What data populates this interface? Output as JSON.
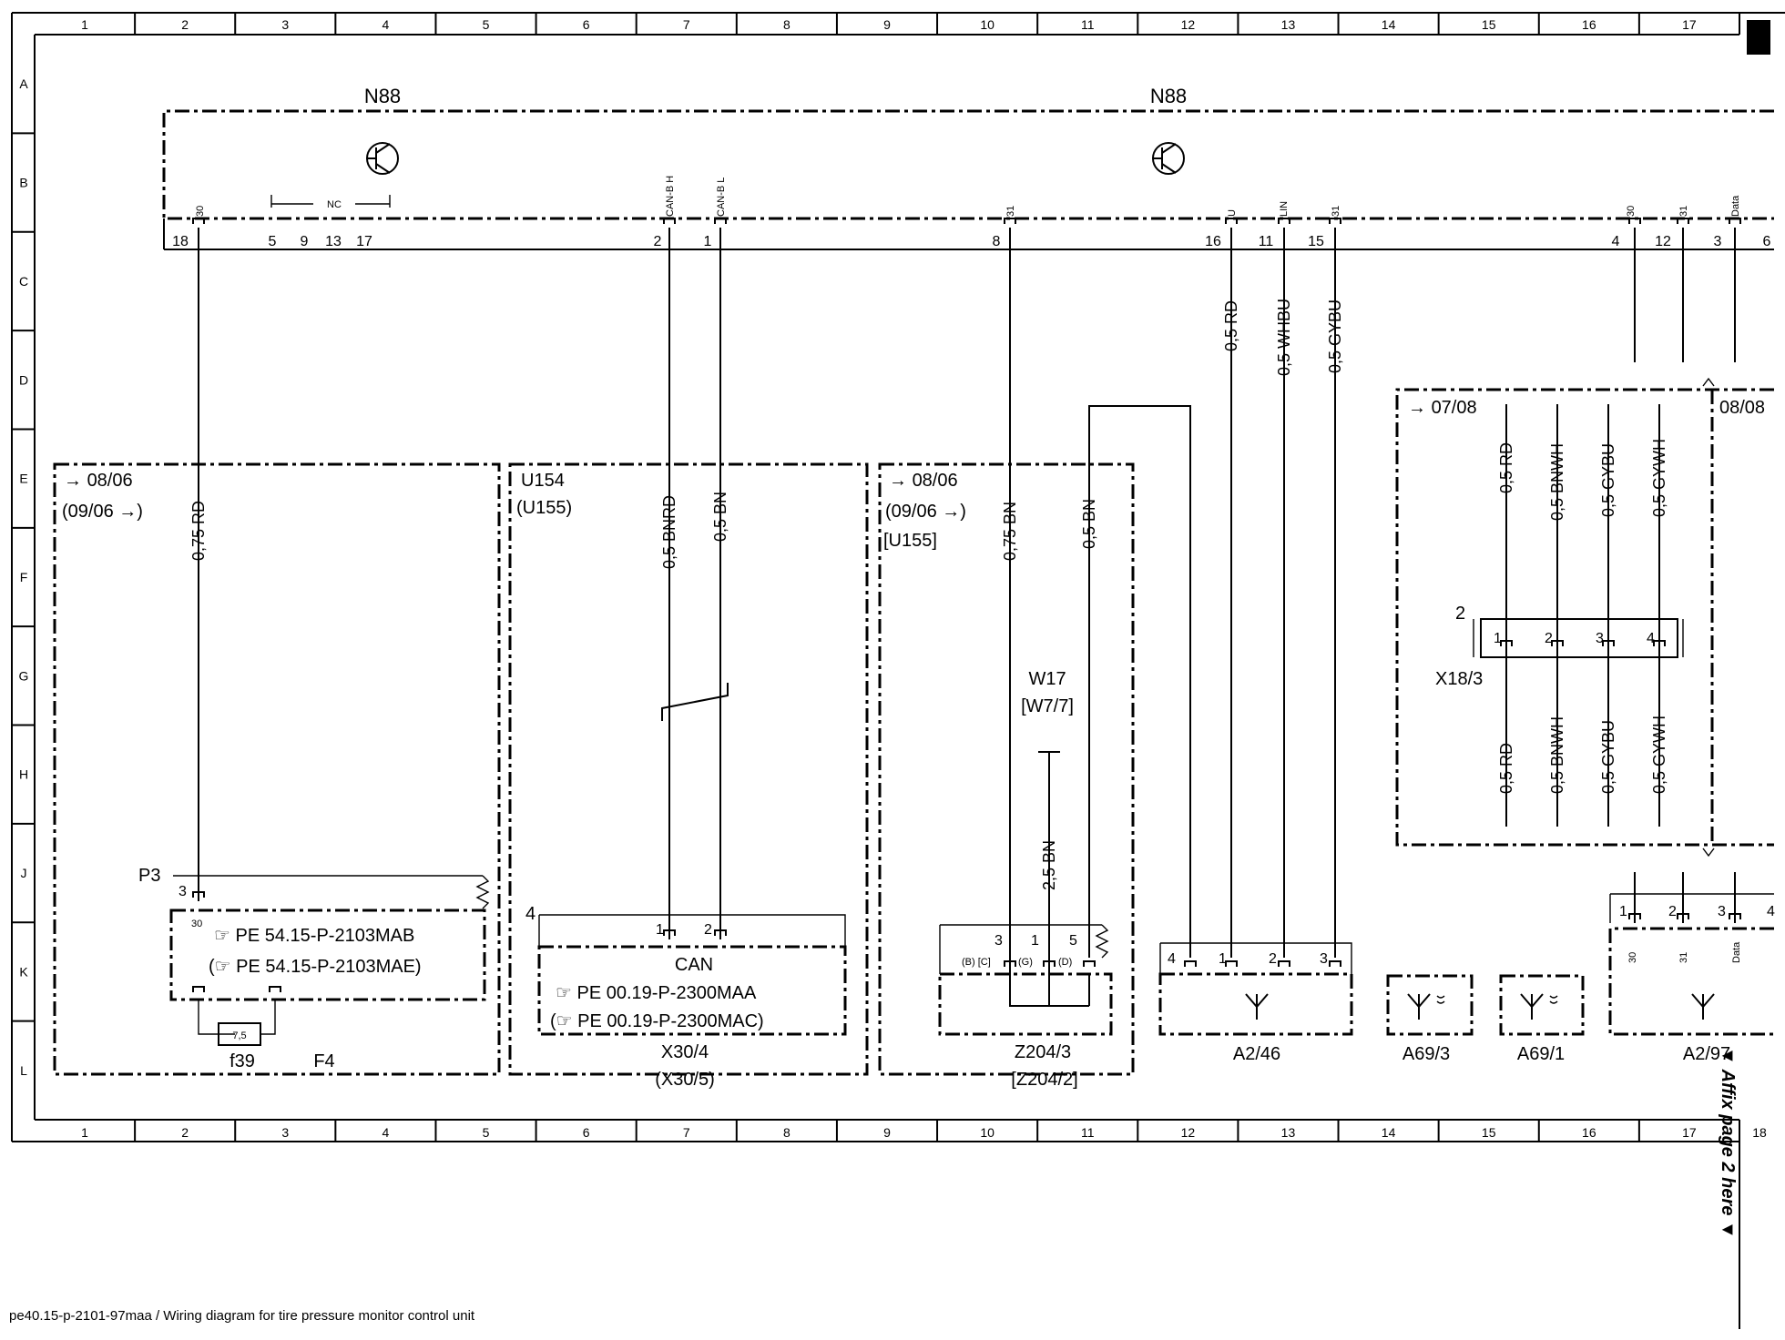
{
  "page": {
    "footer": "pe40.15-p-2101-97maa / Wiring diagram for tire pressure monitor control unit",
    "affix_note": "▼ Affix page 2 here ▼"
  },
  "grid": {
    "columns": [
      "1",
      "2",
      "3",
      "4",
      "5",
      "6",
      "7",
      "8",
      "9",
      "10",
      "11",
      "12",
      "13",
      "14",
      "15",
      "16",
      "17",
      "18"
    ],
    "rows": [
      "A",
      "B",
      "C",
      "D",
      "E",
      "F",
      "G",
      "H",
      "J",
      "K",
      "L"
    ]
  },
  "components": {
    "n88_left": "N88",
    "n88_right": "N88",
    "nc_label": "NC",
    "p3": "P3",
    "f39": "f39",
    "f4": "F4",
    "fuse_value": "7,5",
    "u154": "U154",
    "u155": "(U155)",
    "can": "CAN",
    "x30_4": "X30/4",
    "x30_5": "(X30/5)",
    "w17": "W17",
    "w7_7": "[W7/7]",
    "z204_3": "Z204/3",
    "z204_2": "[Z204/2]",
    "u155_bracket": "[U155]",
    "a2_46": "A2/46",
    "a69_3": "A69/3",
    "a69_1": "A69/1",
    "a2_97": "A2/97",
    "x18_3": "X18/3",
    "x18_num": "2"
  },
  "refs": {
    "pe_2103mab": "PE 54.15-P-2103MAB",
    "pe_2103mae": "PE 54.15-P-2103MAE)",
    "pe_2300maa": "PE 00.19-P-2300MAA",
    "pe_2300mac": "PE 00.19-P-2300MAC)"
  },
  "dates": {
    "box1_a": "08/06",
    "box1_b": "(09/06",
    "box3_a": "08/06",
    "box3_b": "(09/06",
    "box4": "07/08",
    "box5": "08/08"
  },
  "n88_pins": {
    "p18": "18",
    "p5": "5",
    "p9": "9",
    "p13": "13",
    "p17": "17",
    "p2": "2",
    "p1": "1",
    "p8": "8",
    "p16": "16",
    "p11": "11",
    "p15": "15",
    "p4": "4",
    "p12": "12",
    "p3": "3",
    "p6": "6"
  },
  "n88_signals": {
    "s30a": "30",
    "canh": "CAN-B H",
    "canl": "CAN-B L",
    "s31a": "31",
    "u": "U",
    "lin": "LIN",
    "s31b": "31",
    "s30b": "30",
    "s31c": "31",
    "data": "Data"
  },
  "wires": {
    "w1": "0,75 RD",
    "w2": "0,5 BNRD",
    "w3": "0,5 BN",
    "w4": "0,75 BN",
    "w5": "0,5 BN",
    "w6": "2,5 BN",
    "w7": "0,5 RD",
    "w8": "0,5 WHBU",
    "w9": "0,5 GYBU",
    "x1": "0,5 RD",
    "x2": "0,5 BNWH",
    "x3": "0,5 GYBU",
    "x4": "0,5 GYWH",
    "y1": "0,5 RD",
    "y2": "0,5 BNWH",
    "y3": "0,5 GYBU",
    "y4": "0,5 GYWH"
  },
  "local_pins": {
    "p3_3": "3",
    "p3_30": "30",
    "x30_4": "4",
    "x30_1": "1",
    "x30_2": "2",
    "z_3": "3",
    "z_1": "1",
    "z_5": "5",
    "z_b": "(B) [C]",
    "z_g": "(G)",
    "z_d": "(D)",
    "a246_4": "4",
    "a246_1": "1",
    "a246_2": "2",
    "a246_3": "3",
    "x18_1": "1",
    "x18_2": "2",
    "x18_3": "3",
    "x18_4": "4",
    "a297_1": "1",
    "a297_2": "2",
    "a297_3": "3",
    "a297_4": "4",
    "a297_30": "30",
    "a297_31": "31",
    "a297_data": "Data"
  }
}
